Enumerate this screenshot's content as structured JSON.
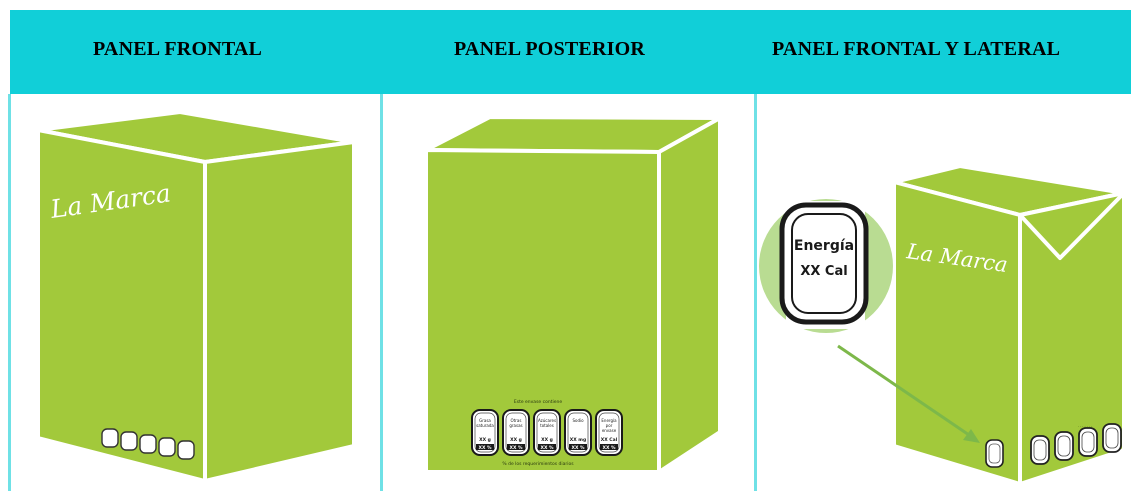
{
  "headers": {
    "frontal": "PANEL FRONTAL",
    "posterior": "PANEL POSTERIOR",
    "frontal_lateral": "PANEL FRONTAL Y LATERAL"
  },
  "brand": "La Marca",
  "seal": {
    "line1": "Energía",
    "line2": "XX Cal"
  },
  "back_panel": {
    "top_note": "Este envase contiene",
    "bottom_note": "% de los requerimientos diarios",
    "labels": [
      "Grasa saturada",
      "Otras grasas",
      "Azúcares totales",
      "Sodio",
      "Energía por envase"
    ],
    "values": [
      "XX g",
      "XX g",
      "XX g",
      "XX mg",
      "XX Cal"
    ],
    "percents": [
      "XX %",
      "XX %",
      "XX %",
      "XX %",
      "XX %"
    ]
  },
  "colors": {
    "header_bg": "#11cfd8",
    "box_green": "#a2c93b",
    "arrow_green": "#7db84a",
    "zoom_circle": "#b9dc92"
  }
}
